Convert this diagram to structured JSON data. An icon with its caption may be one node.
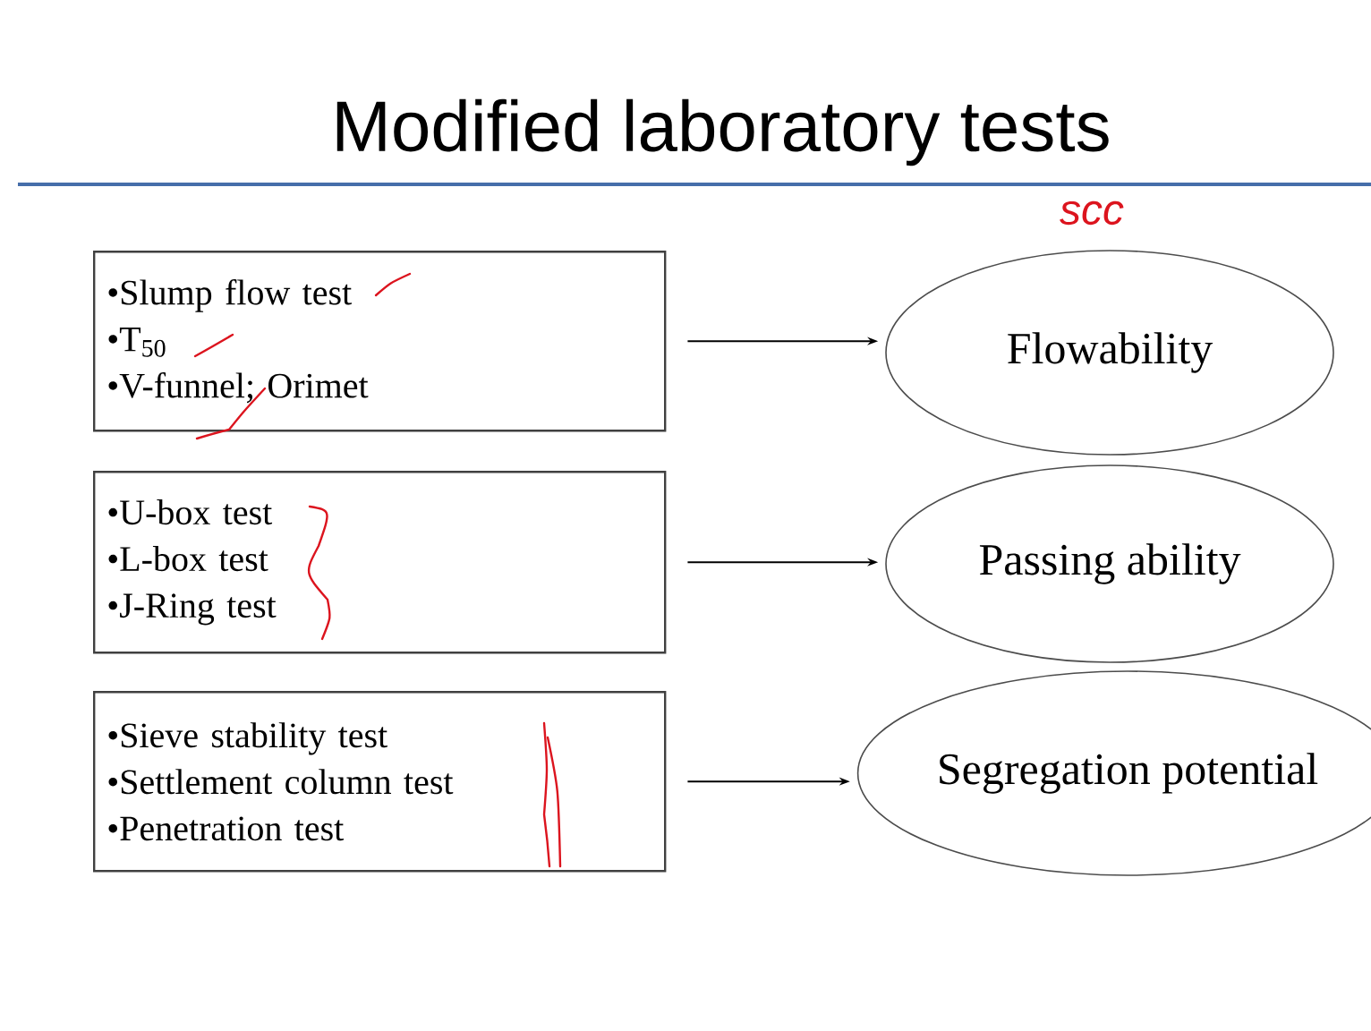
{
  "diagram": {
    "title": "Modified laboratory tests",
    "nodes": [
      {
        "text": [
          "•Slump flow test",
          "•T$_{50}$",
          "•V-funnel; Orimet"
        ]
      },
      {
        "text": [
          "•U-box test",
          "•L-box test",
          "•J-Ring test"
        ]
      },
      {
        "text": [
          "•Sieve stability test",
          "•Settlement column test",
          "•Penetration test"
        ]
      },
      {
        "text": [
          "Flowability"
        ]
      },
      {
        "text": [
          "Passing ability"
        ]
      },
      {
        "text": [
          "Segregation potential"
        ]
      }
    ],
    "edges": [
      {
        "from": 0,
        "to": 3,
        "arrow": "to"
      },
      {
        "from": 1,
        "to": 4,
        "arrow": "to"
      },
      {
        "from": 2,
        "to": 5,
        "arrow": "to"
      }
    ],
    "labels": [
      "scc"
    ]
  }
}
